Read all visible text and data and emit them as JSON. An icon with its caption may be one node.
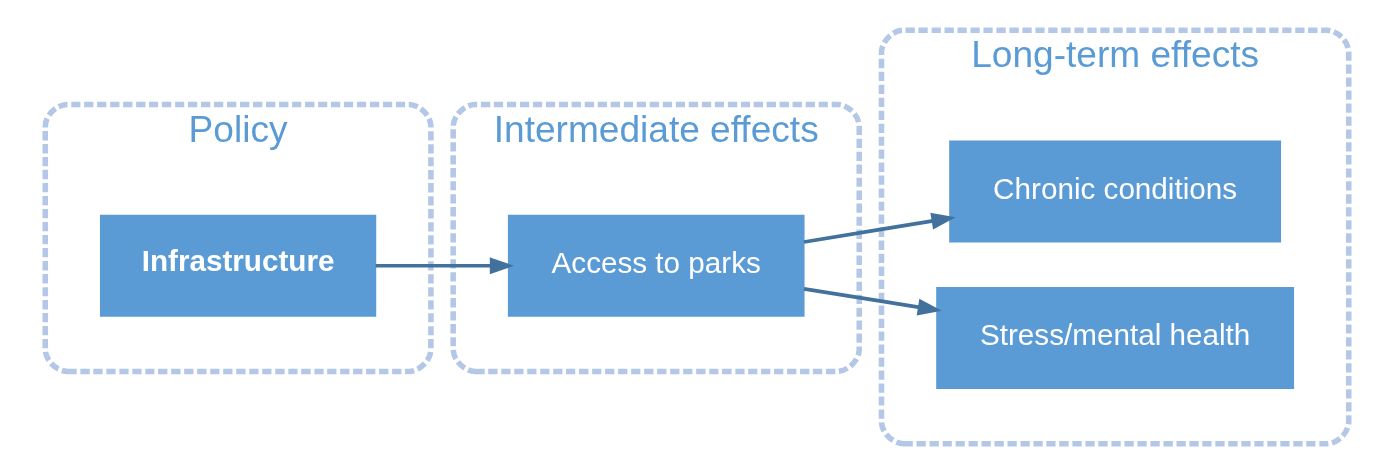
{
  "diagram": {
    "nodes": [
      {
        "text": [
          "Policy"
        ]
      },
      {
        "text": [
          "Infrastructure"
        ],
        "in": 0
      },
      {
        "text": [
          "Intermediate effects"
        ]
      },
      {
        "text": [
          "Access to parks"
        ],
        "in": 2
      },
      {
        "text": [
          "Long-term effects"
        ]
      },
      {
        "text": [
          "Chronic conditions"
        ],
        "in": 4
      },
      {
        "text": [
          "Stress/mental health"
        ],
        "in": 4
      }
    ],
    "edges": [
      {
        "from": 1,
        "to": 3,
        "arrow": "to"
      },
      {
        "from": 3,
        "to": 5,
        "arrow": "to"
      },
      {
        "from": 3,
        "to": 6,
        "arrow": "to"
      }
    ]
  }
}
